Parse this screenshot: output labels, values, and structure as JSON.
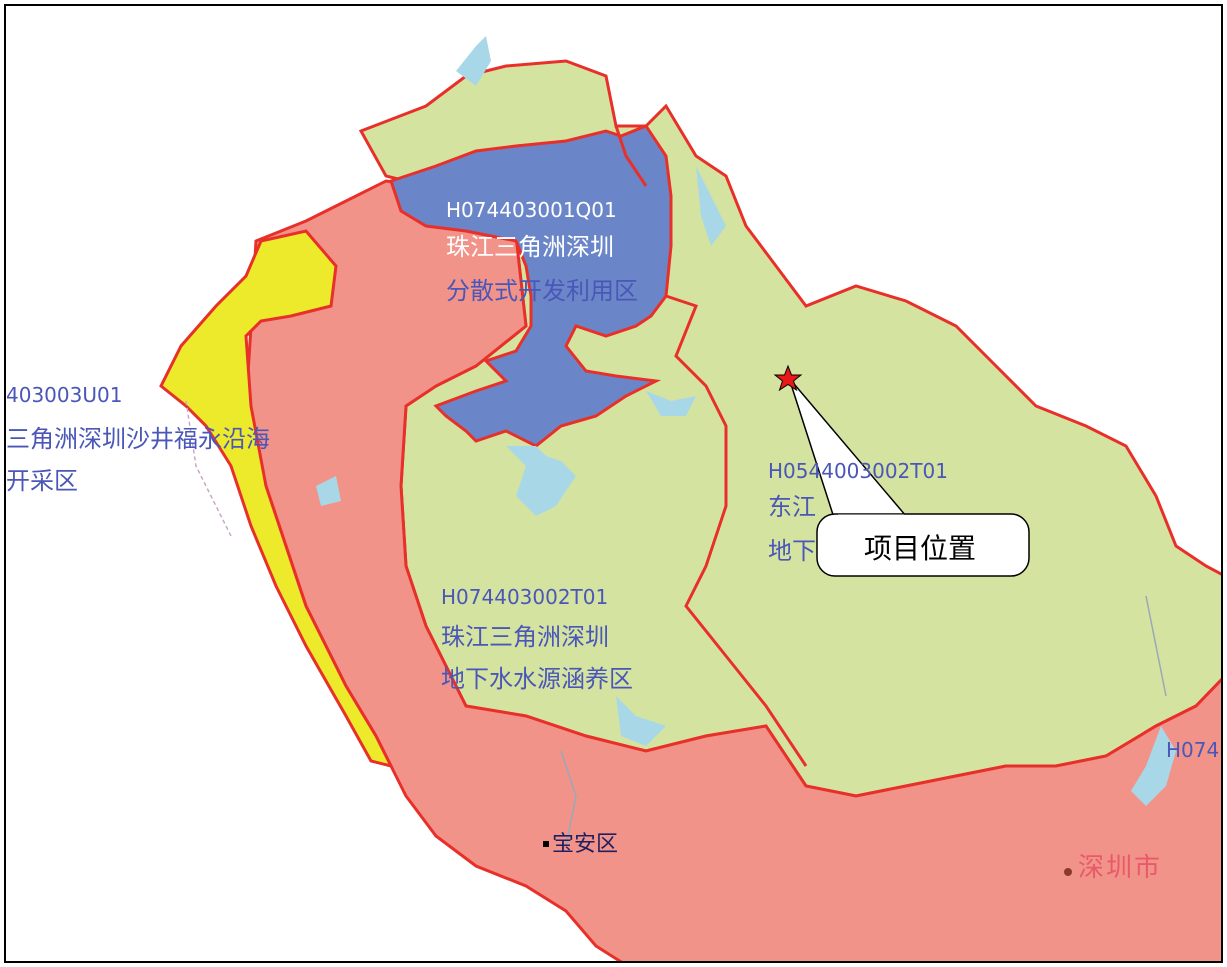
{
  "callout": {
    "text": "项目位置"
  },
  "zones": {
    "west": {
      "code": "403003U01",
      "line1": "三角洲深圳沙井福永沿海",
      "line2": "开采区"
    },
    "north": {
      "code": "H074403001Q01",
      "line1": "珠江三角洲深圳",
      "line2": "分散式开发利用区"
    },
    "center": {
      "code": "H074403002T01",
      "line1": "珠江三角洲深圳",
      "line2": "地下水水源涵养区"
    },
    "east": {
      "code": "H0544003002T01",
      "line1": "东江",
      "line2": "地下"
    },
    "southeast": {
      "code": "H074"
    }
  },
  "places": {
    "district": "宝安区",
    "city": "深圳市"
  },
  "colors": {
    "green": "#d5e3a1",
    "salmon": "#f2938a",
    "blue": "#6a86c9",
    "yellow": "#ecea2a",
    "border": "#e8302a",
    "water": "#a8d8e8",
    "star": "#e81818"
  }
}
